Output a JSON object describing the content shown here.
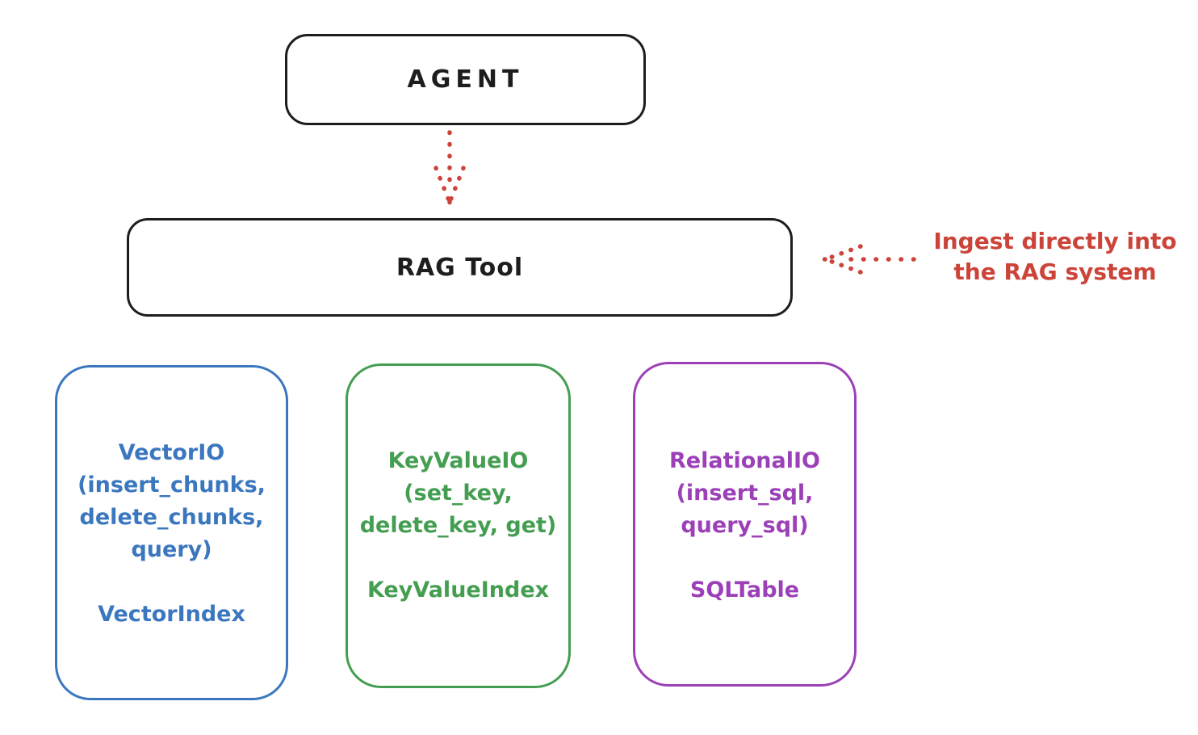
{
  "agent_box": {
    "label": "AGENT",
    "stroke": "#1d1d1d"
  },
  "rag_box": {
    "label": "RAG Tool",
    "stroke": "#1d1d1d"
  },
  "agent_to_rag_arrow": {
    "color": "#cc4439",
    "style": "dotted",
    "direction": "down"
  },
  "annotation": {
    "line1": "Ingest directly into",
    "line2": "the RAG system",
    "color": "#cc4439",
    "arrow_direction": "left",
    "arrow_style": "dotted"
  },
  "io_boxes": [
    {
      "name": "vector-io",
      "color": "#3b77bf",
      "lines": [
        "VectorIO",
        "(insert_chunks,",
        "delete_chunks,",
        "query)"
      ],
      "index_label": "VectorIndex"
    },
    {
      "name": "keyvalue-io",
      "color": "#449e51",
      "lines": [
        "KeyValueIO",
        "(set_key,",
        "delete_key, get)"
      ],
      "index_label": "KeyValueIndex"
    },
    {
      "name": "relational-io",
      "color": "#9c40b8",
      "lines": [
        "RelationalIO",
        "(insert_sql,",
        "query_sql)"
      ],
      "index_label": "SQLTable"
    }
  ]
}
